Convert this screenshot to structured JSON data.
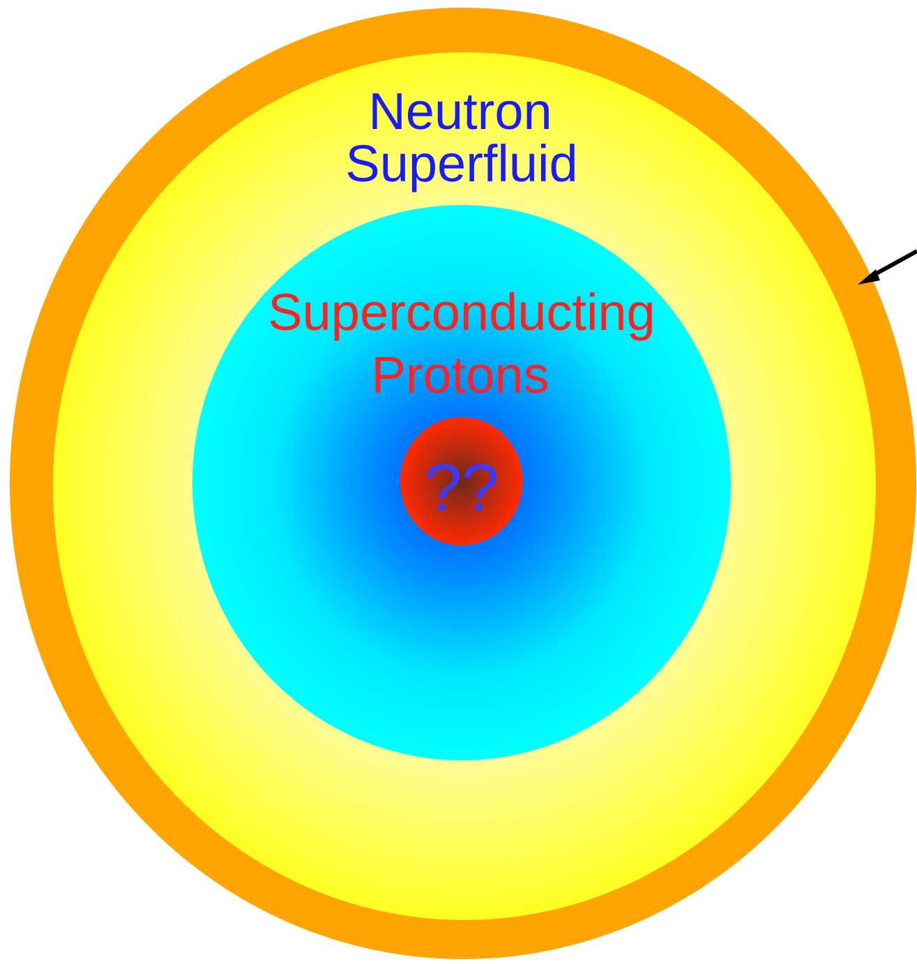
{
  "diagram": {
    "layers": [
      {
        "id": "crust",
        "color": "#ffa400"
      },
      {
        "id": "neutron-superfluid-region",
        "color_center": "#fffacd",
        "color_edge": "#ffff22"
      },
      {
        "id": "superconducting-protons-region",
        "color_center": "#0050ff",
        "color_edge": "#00ffff"
      },
      {
        "id": "core",
        "color_center": "#7a2a10",
        "color_edge": "#ff2a00"
      }
    ],
    "labels": {
      "neutron_line1": "Neutron",
      "neutron_line2": "Superfluid",
      "protons_line1": "Superconducting",
      "protons_line2": "Protons",
      "core": "??"
    },
    "label_colors": {
      "neutron": "#1a1aff",
      "protons": "#ff2020",
      "core": "#3a3aff"
    },
    "arrow_color": "#000000"
  }
}
